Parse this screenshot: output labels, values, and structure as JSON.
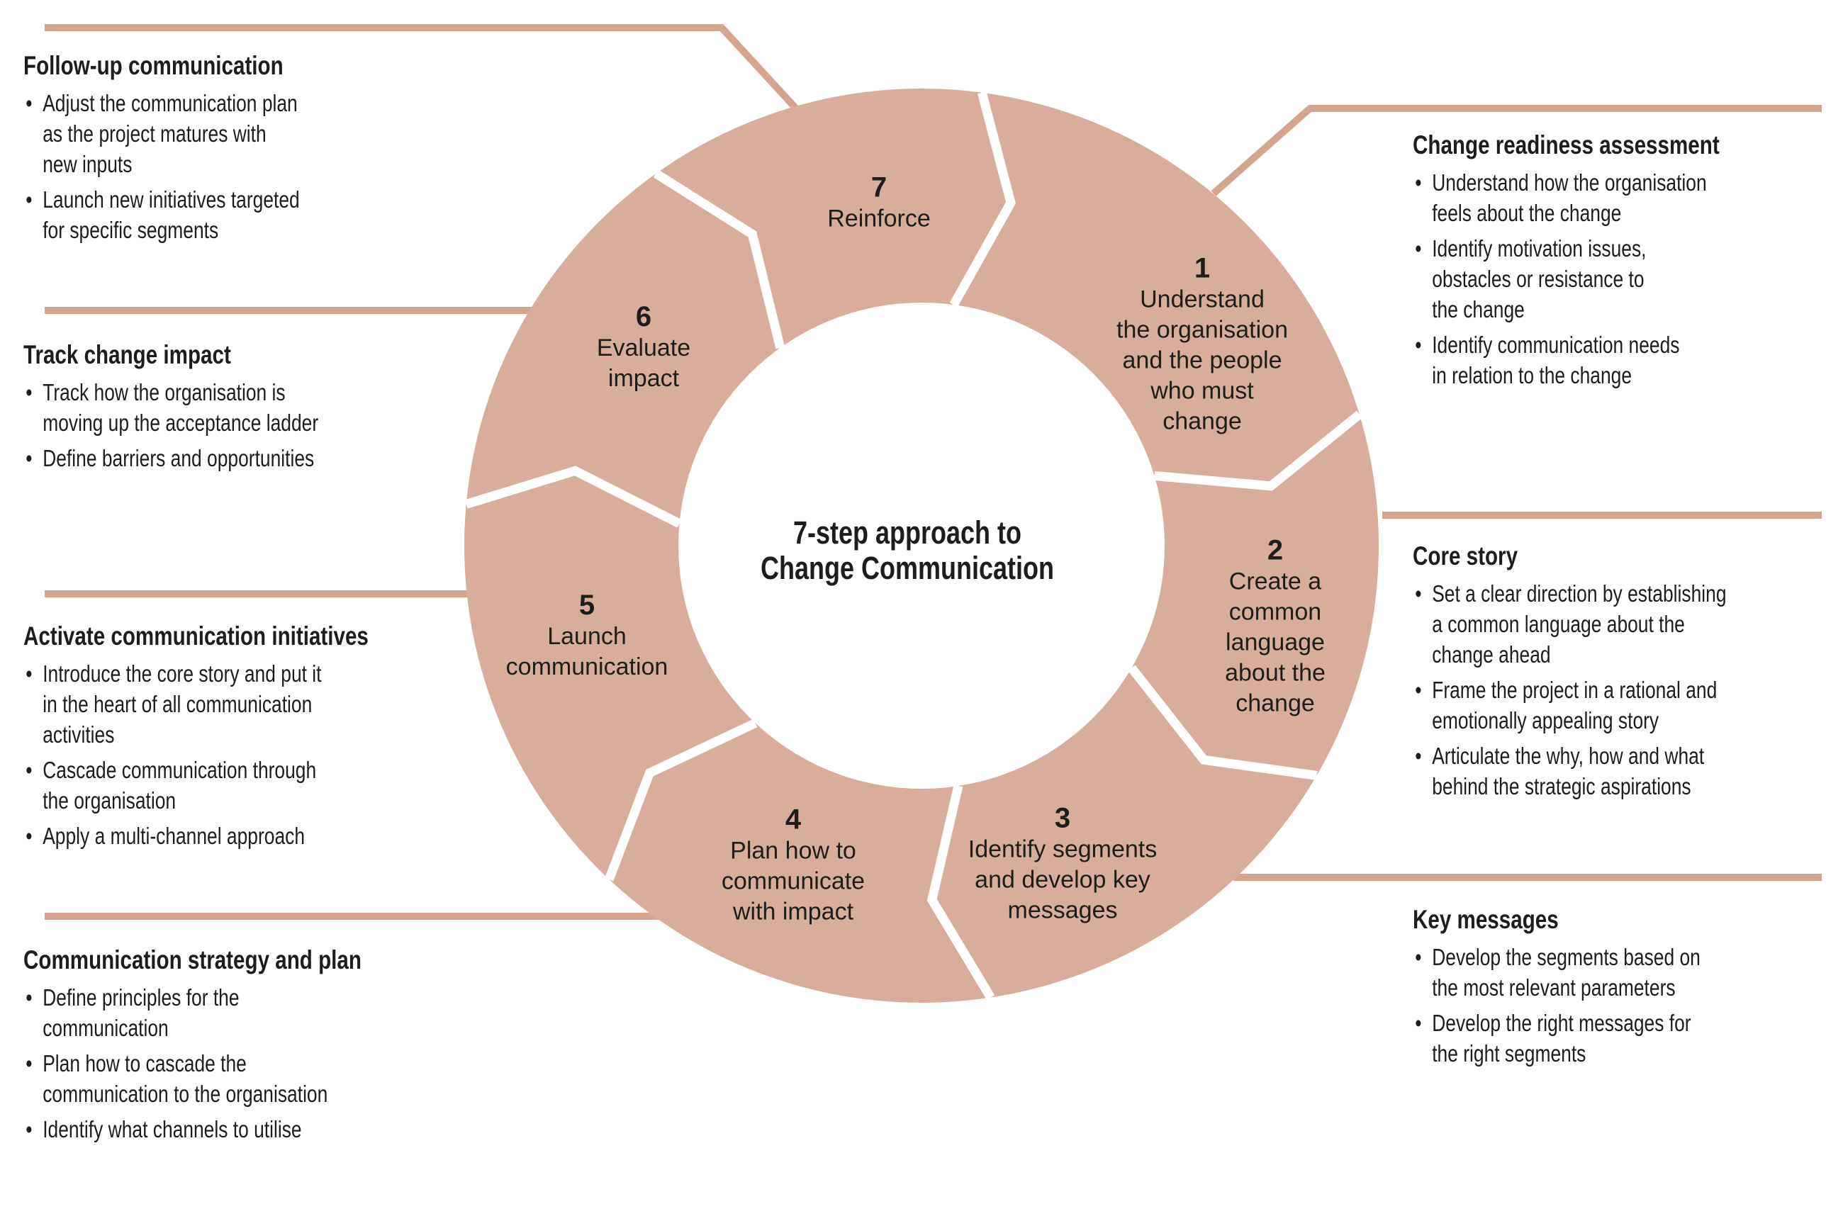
{
  "title": {
    "lines": [
      "7-step approach to",
      "Change Communication"
    ]
  },
  "colors": {
    "ring": "#D9AD9B",
    "connector_line": "#D5A48E",
    "separator": "#FFFFFF",
    "text": "#1D1D1B"
  },
  "segments": [
    {
      "number": "7",
      "label": [
        "Reinforce"
      ]
    },
    {
      "number": "1",
      "label": [
        "Understand",
        "the organisation",
        "and the people",
        "who must",
        "change"
      ]
    },
    {
      "number": "2",
      "label": [
        "Create a",
        "common",
        "language",
        "about the",
        "change"
      ]
    },
    {
      "number": "3",
      "label": [
        "Identify segments",
        "and develop key",
        "messages"
      ]
    },
    {
      "number": "4",
      "label": [
        "Plan how to",
        "communicate",
        "with impact"
      ]
    },
    {
      "number": "5",
      "label": [
        "Launch",
        "communication"
      ]
    },
    {
      "number": "6",
      "label": [
        "Evaluate",
        "impact"
      ]
    }
  ],
  "callouts": [
    {
      "title": "Follow-up communication",
      "bullets": [
        [
          "Adjust the communication plan",
          "as the project matures with",
          "new inputs"
        ],
        [
          "Launch new initiatives targeted",
          "for specific segments"
        ]
      ]
    },
    {
      "title": "Track change impact",
      "bullets": [
        [
          "Track how the organisation is",
          "moving up the acceptance ladder"
        ],
        [
          "Define barriers and opportunities"
        ]
      ]
    },
    {
      "title": "Activate communication initiatives",
      "bullets": [
        [
          "Introduce the core story and put it",
          "in the heart of all communication",
          "activities"
        ],
        [
          "Cascade communication through",
          "the organisation"
        ],
        [
          "Apply a multi-channel approach"
        ]
      ]
    },
    {
      "title": "Communication strategy and plan",
      "bullets": [
        [
          "Define principles for the",
          "communication"
        ],
        [
          "Plan how to cascade the",
          "communication to the organisation"
        ],
        [
          "Identify what channels to utilise"
        ]
      ]
    },
    {
      "title": "Change readiness assessment",
      "bullets": [
        [
          "Understand how the organisation",
          "feels about the change"
        ],
        [
          "Identify motivation issues,",
          "obstacles or resistance to",
          "the change"
        ],
        [
          "Identify communication needs",
          "in relation to the change"
        ]
      ]
    },
    {
      "title": "Core story",
      "bullets": [
        [
          "Set a clear direction by establishing",
          "a common language about the",
          "change ahead"
        ],
        [
          "Frame the project in a rational and",
          "emotionally appealing story"
        ],
        [
          "Articulate the why, how and what",
          "behind the strategic aspirations"
        ]
      ]
    },
    {
      "title": "Key messages",
      "bullets": [
        [
          "Develop the segments based on",
          "the most relevant parameters"
        ],
        [
          "Develop the right messages for",
          "the right segments"
        ]
      ]
    }
  ]
}
